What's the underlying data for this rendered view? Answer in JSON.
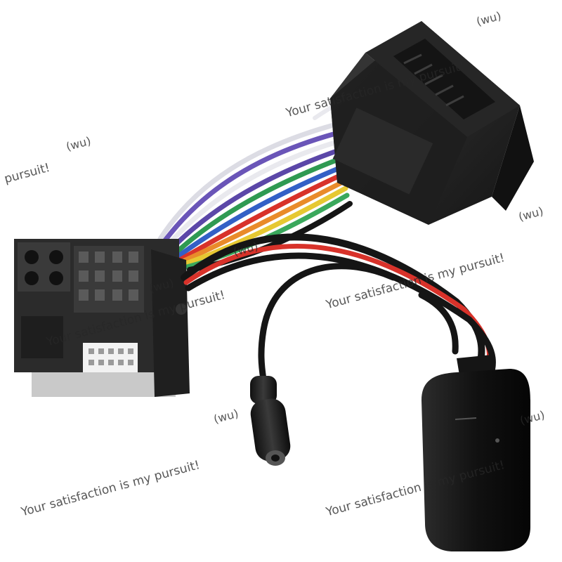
{
  "colors": {
    "background": "#ffffff",
    "connector_body": "#2b2b2b",
    "connector_dark": "#1a1a1a",
    "wire_white": "#e9e9ee",
    "wire_purple": "#6a55b8",
    "wire_green": "#2f9a52",
    "wire_red": "#d8322a",
    "wire_orange": "#e98b2a",
    "wire_yellow": "#e6c832",
    "wire_blue": "#3360c6",
    "wire_black": "#151515",
    "watermark": "#282828"
  },
  "watermarks": [
    {
      "text": "Your satisfaction is my pursuit!"
    },
    {
      "text": "(wu)"
    },
    {
      "text": "pursuit!"
    },
    {
      "text": "(wu)"
    },
    {
      "text": "(wu)"
    },
    {
      "text": "(wu)"
    },
    {
      "text": "Your satisfaction is my pursuit!"
    },
    {
      "text": "Your satisfaction is my pursuit!"
    },
    {
      "text": "(wu)"
    },
    {
      "text": "(wu)"
    },
    {
      "text": "Your satisfaction is my pursuit!"
    },
    {
      "text": "Your satisfaction is my pursuit!"
    },
    {
      "text": "(wu)"
    }
  ]
}
